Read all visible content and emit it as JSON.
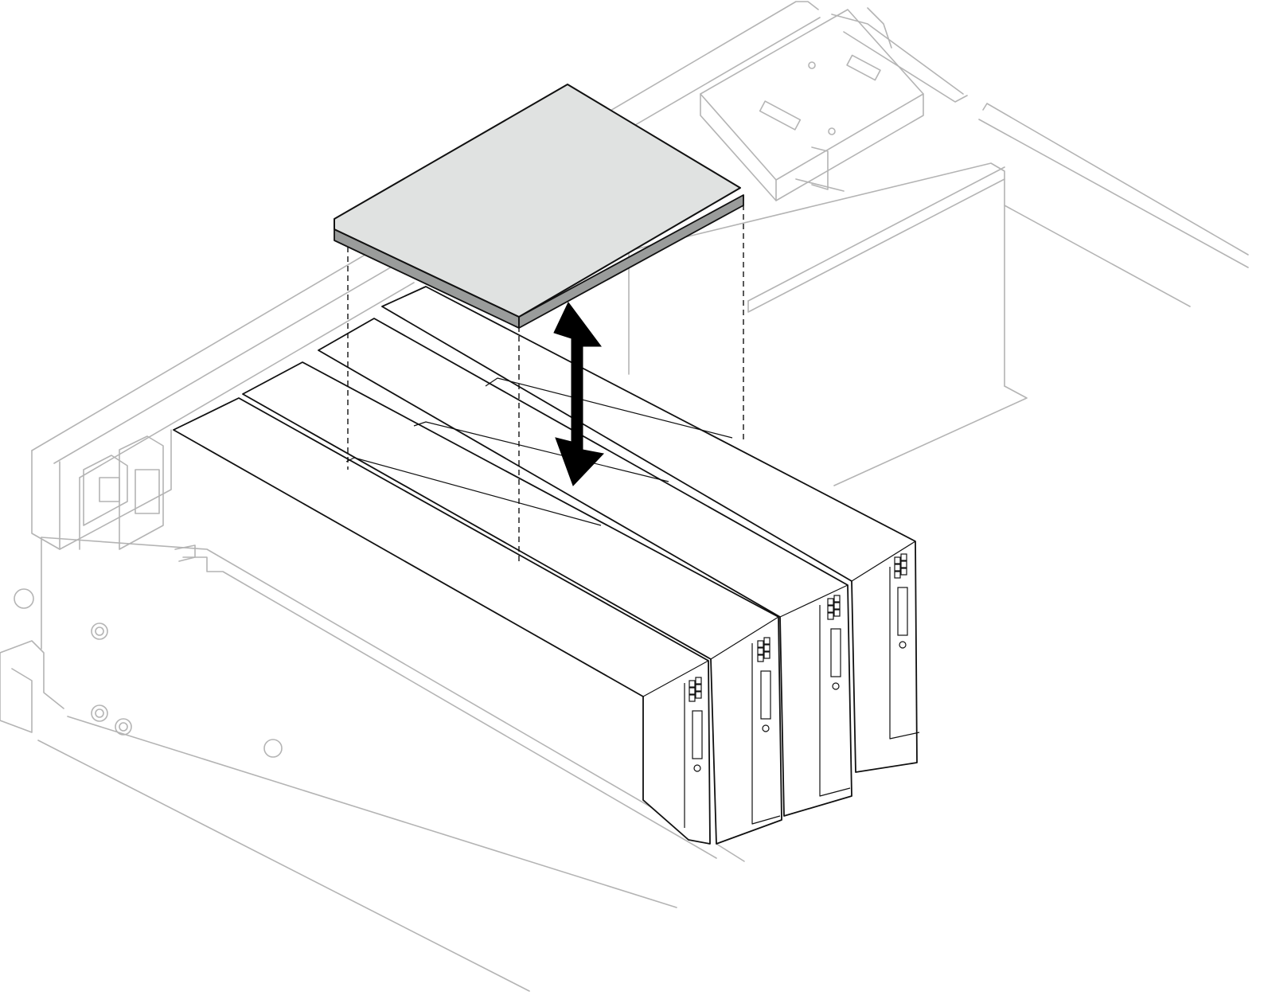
{
  "figure": {
    "colors": {
      "background": "#ffffff",
      "chassis_line": "#b4b4b4",
      "component_line": "#111111",
      "panel_fill": "#e0e2e1",
      "arrow_fill": "#000000"
    },
    "components": {
      "panel": "gray-panel",
      "modules_count": 4,
      "arrow": "double-headed-vertical-arrow",
      "guides": "dashed-alignment-lines"
    }
  }
}
